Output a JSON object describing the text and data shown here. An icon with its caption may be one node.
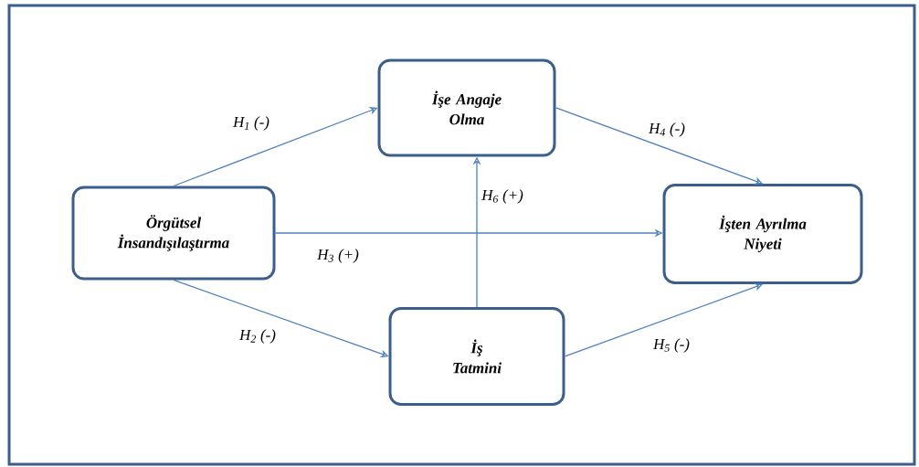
{
  "diagram": {
    "nodes": [
      {
        "text": [
          "Örgütsel İnsandışılaştırma"
        ]
      },
      {
        "text": [
          "İşe Angaje Olma"
        ]
      },
      {
        "text": [
          "İş Tatmini"
        ]
      },
      {
        "text": [
          "İşten Ayrılma Niyeti"
        ]
      }
    ],
    "edges": [
      {
        "from": 0,
        "to": 1,
        "arrow": "to",
        "label": "H$_{1}$ (-)"
      },
      {
        "from": 0,
        "to": 2,
        "arrow": "to",
        "label": "H$_{2}$ (-)"
      },
      {
        "from": 0,
        "to": 3,
        "arrow": "to",
        "label": "H$_{3}$ (+)"
      },
      {
        "from": 1,
        "to": 3,
        "arrow": "to",
        "label": "H$_{4}$ (-)"
      },
      {
        "from": 2,
        "to": 3,
        "arrow": "to",
        "label": "H$_{5}$ (-)"
      },
      {
        "from": 2,
        "to": 1,
        "arrow": "to",
        "label": "H$_{6}$ (+)"
      }
    ]
  }
}
